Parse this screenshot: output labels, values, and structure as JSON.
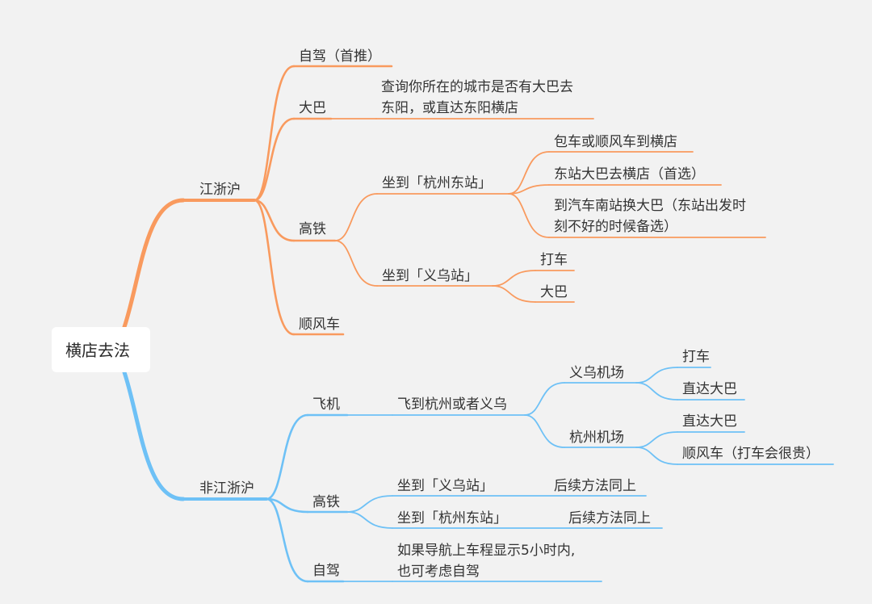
{
  "colors": {
    "orange": "#f99a5e",
    "blue": "#6ec1f6",
    "text": "#333333",
    "background": "#f2f2f2",
    "root_box": "#ffffff"
  },
  "root": {
    "label": "横店去法"
  },
  "branches": [
    {
      "id": "jiangzhehu",
      "label": "江浙沪",
      "color": "orange",
      "children": [
        {
          "id": "zijia1",
          "label": "自驾（首推）"
        },
        {
          "id": "daba1",
          "label": "大巴",
          "children": [
            {
              "id": "daba1-note",
              "lines": [
                "查询你所在的城市是否有大巴去",
                "东阳，或直达东阳横店"
              ]
            }
          ]
        },
        {
          "id": "gaotie1",
          "label": "高铁",
          "children": [
            {
              "id": "hz-east",
              "label": "坐到「杭州东站」",
              "children": [
                {
                  "id": "hz-east-1",
                  "label": "包车或顺风车到横店"
                },
                {
                  "id": "hz-east-2",
                  "label": "东站大巴去横店（首选）"
                },
                {
                  "id": "hz-east-3",
                  "lines": [
                    "到汽车南站换大巴（东站出发时",
                    "刻不好的时候备选）"
                  ]
                }
              ]
            },
            {
              "id": "yiwu-st",
              "label": "坐到「义乌站」",
              "children": [
                {
                  "id": "yiwu-st-1",
                  "label": "打车"
                },
                {
                  "id": "yiwu-st-2",
                  "label": "大巴"
                }
              ]
            }
          ]
        },
        {
          "id": "shunfeng1",
          "label": "顺风车"
        }
      ]
    },
    {
      "id": "feijiangzhehu",
      "label": "非江浙沪",
      "color": "blue",
      "children": [
        {
          "id": "feiji",
          "label": "飞机",
          "children": [
            {
              "id": "fly",
              "label": "飞到杭州或者义乌",
              "children": [
                {
                  "id": "yiwu-air",
                  "label": "义乌机场",
                  "children": [
                    {
                      "id": "yiwu-air-1",
                      "label": "打车"
                    },
                    {
                      "id": "yiwu-air-2",
                      "label": "直达大巴"
                    }
                  ]
                },
                {
                  "id": "hz-air",
                  "label": "杭州机场",
                  "children": [
                    {
                      "id": "hz-air-1",
                      "label": "直达大巴"
                    },
                    {
                      "id": "hz-air-2",
                      "label": "顺风车（打车会很贵）"
                    }
                  ]
                }
              ]
            }
          ]
        },
        {
          "id": "gaotie2",
          "label": "高铁",
          "children": [
            {
              "id": "g2-yiwu",
              "label": "坐到「义乌站」",
              "children": [
                {
                  "id": "g2-yiwu-1",
                  "label": "后续方法同上"
                }
              ]
            },
            {
              "id": "g2-hz",
              "label": "坐到「杭州东站」",
              "children": [
                {
                  "id": "g2-hz-1",
                  "label": "后续方法同上"
                }
              ]
            }
          ]
        },
        {
          "id": "zijia2",
          "label": "自驾",
          "children": [
            {
              "id": "zijia2-note",
              "lines": [
                "如果导航上车程显示5小时内,",
                "也可考虑自驾"
              ]
            }
          ]
        }
      ]
    }
  ]
}
